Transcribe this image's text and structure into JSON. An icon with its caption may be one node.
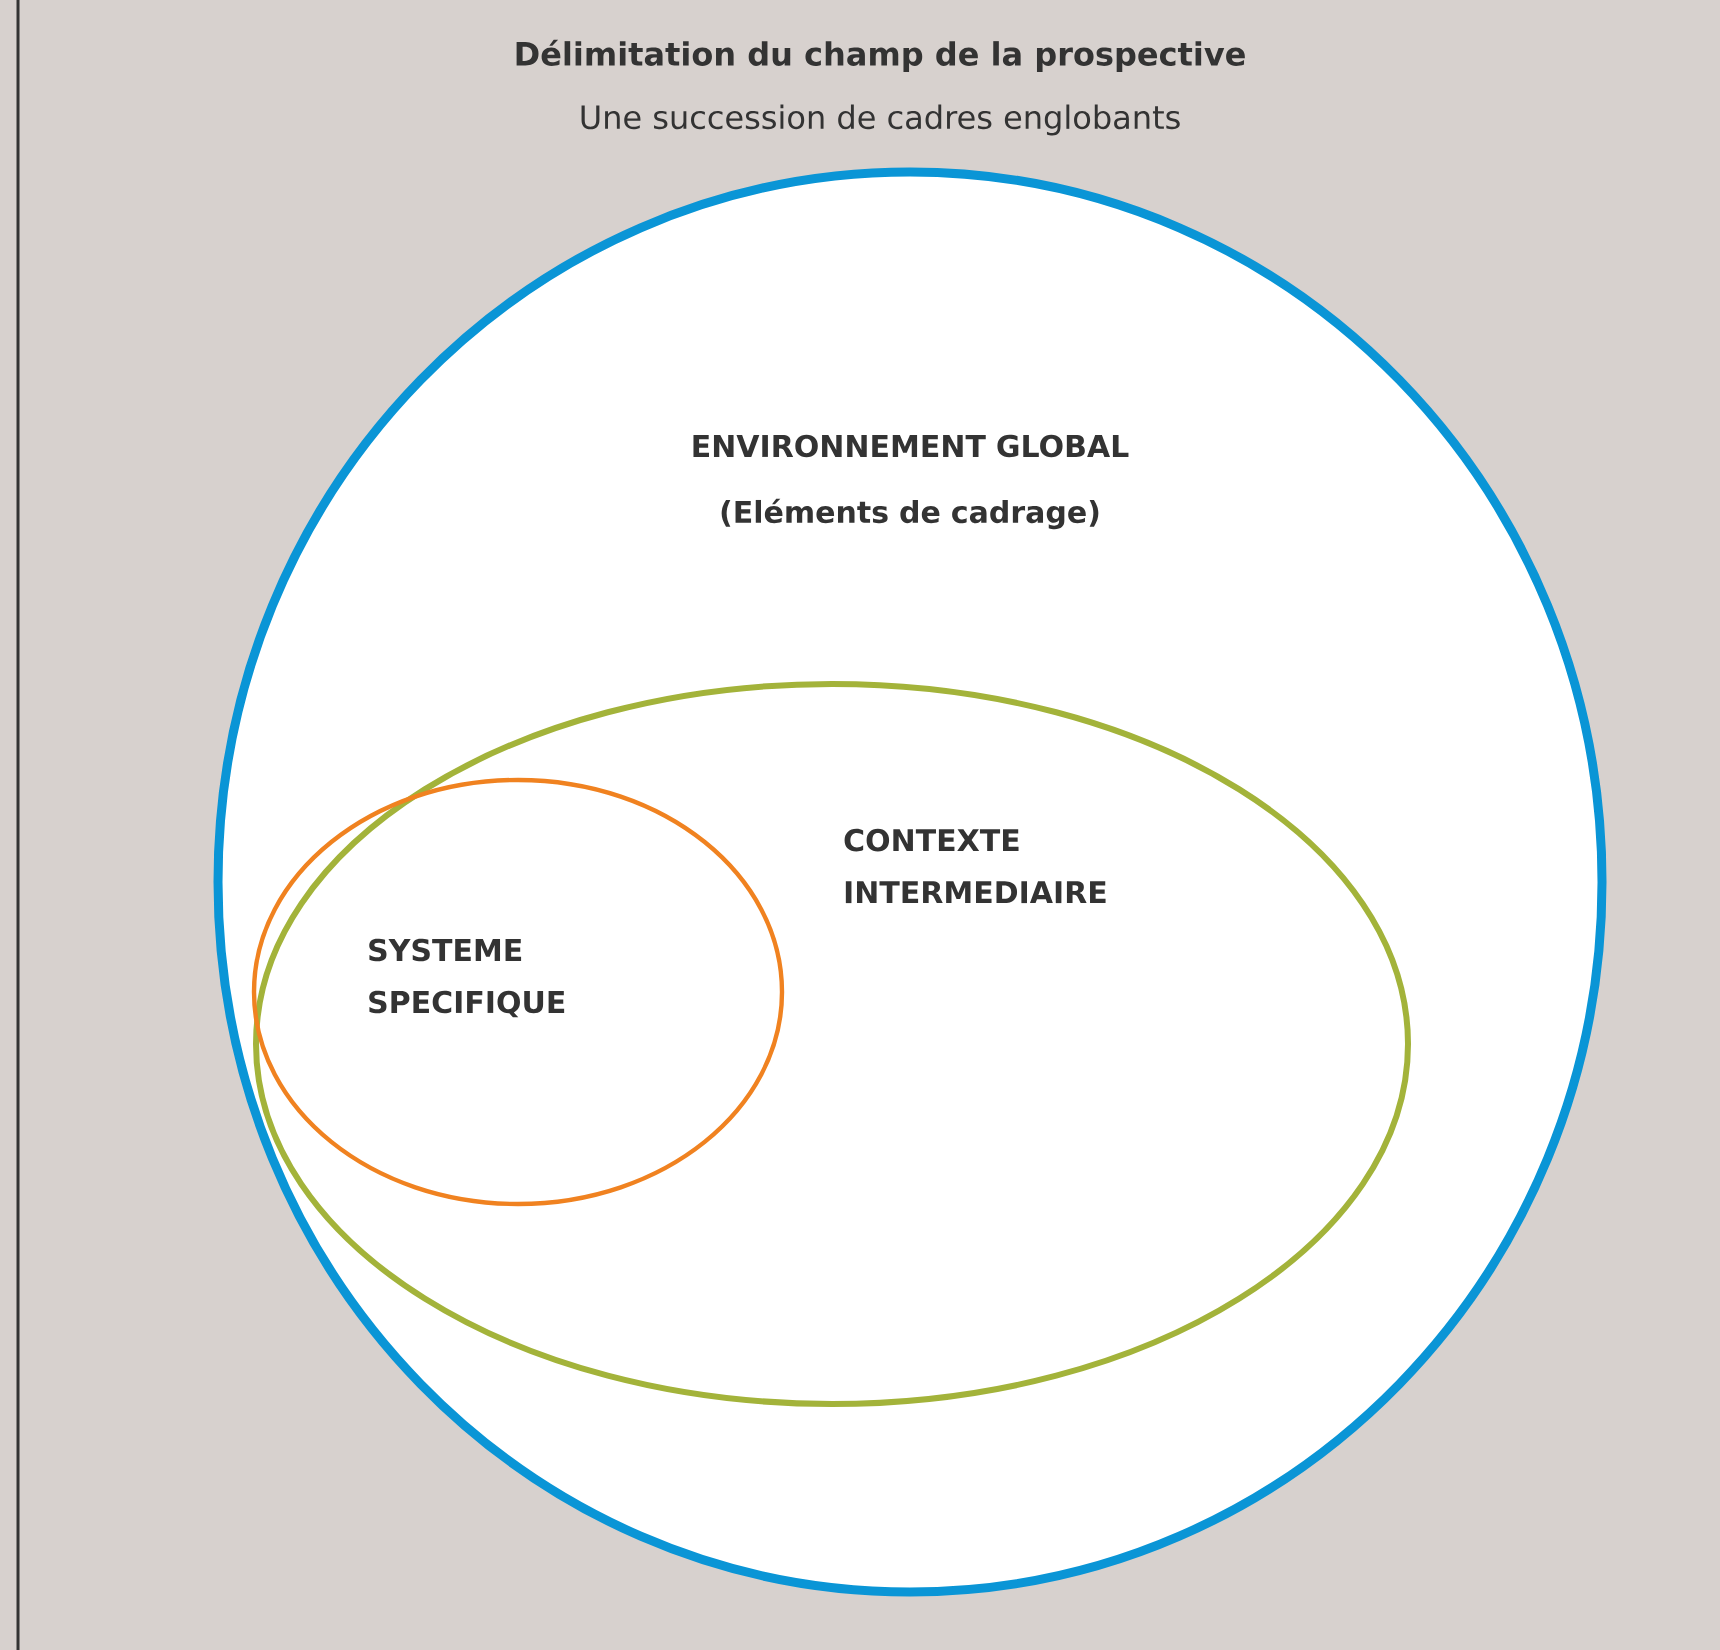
{
  "diagram": {
    "title": "Délimitation du champ de la prospective",
    "nodes": [
      {
        "text": [
          "ENVIRONNEMENT GLOBAL",
          "(Eléments de cadrage)"
        ]
      },
      {
        "text": [
          "CONTEXTE INTERMEDIAIRE"
        ],
        "in": 0
      },
      {
        "text": [
          "SYSTEME SPECIFIQUE"
        ],
        "in": 1
      }
    ],
    "labels": [
      "Une succession de cadres englobants"
    ]
  }
}
